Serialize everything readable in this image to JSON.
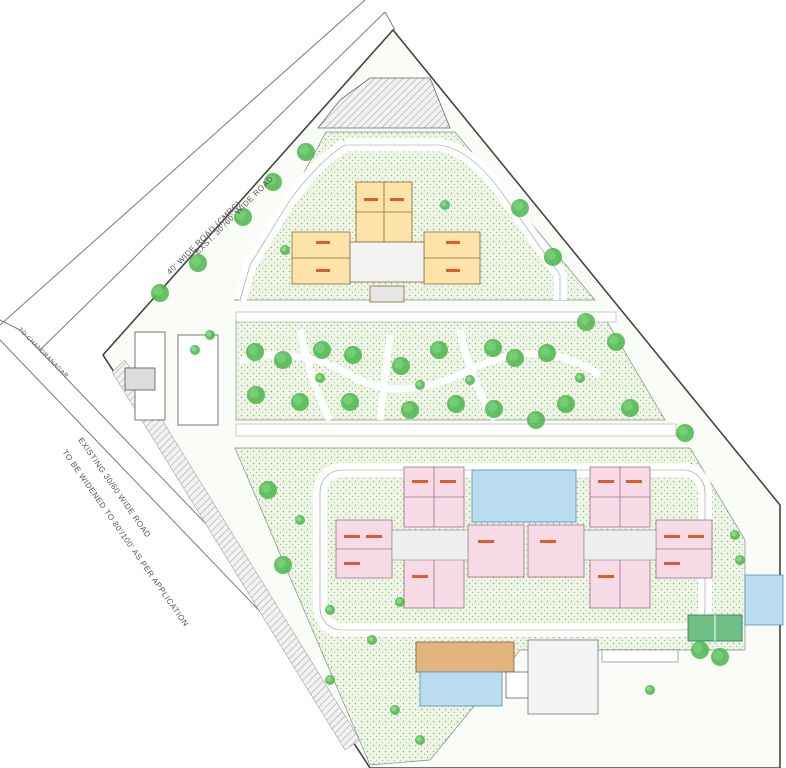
{
  "road_labels": {
    "top_road_a": "40' WIDE ROAD (CMRC)",
    "top_road_b": "EXST. 30'/60' WIDE ROAD",
    "left_road_a": "EXISTING 30/60 WIDE ROAD",
    "left_road_b": "TO BE WIDENED TO 80'/100' AS PER APPLICATION",
    "left_corner": "TO CHANDRANAGAR"
  },
  "colors": {
    "lawn": "#eef4e6",
    "tree": "#49b649",
    "road": "#ffffff",
    "tower_a": "#fbe3a9",
    "tower_b": "#f7dce8",
    "pool": "#b9dcef",
    "court": "#6fbf86",
    "roof": "#e2b57e",
    "hatch": "#cfcfcf"
  },
  "icons": {
    "tree": "tree-icon",
    "hatch": "hatch-pattern",
    "grass": "grass-dot-pattern"
  }
}
